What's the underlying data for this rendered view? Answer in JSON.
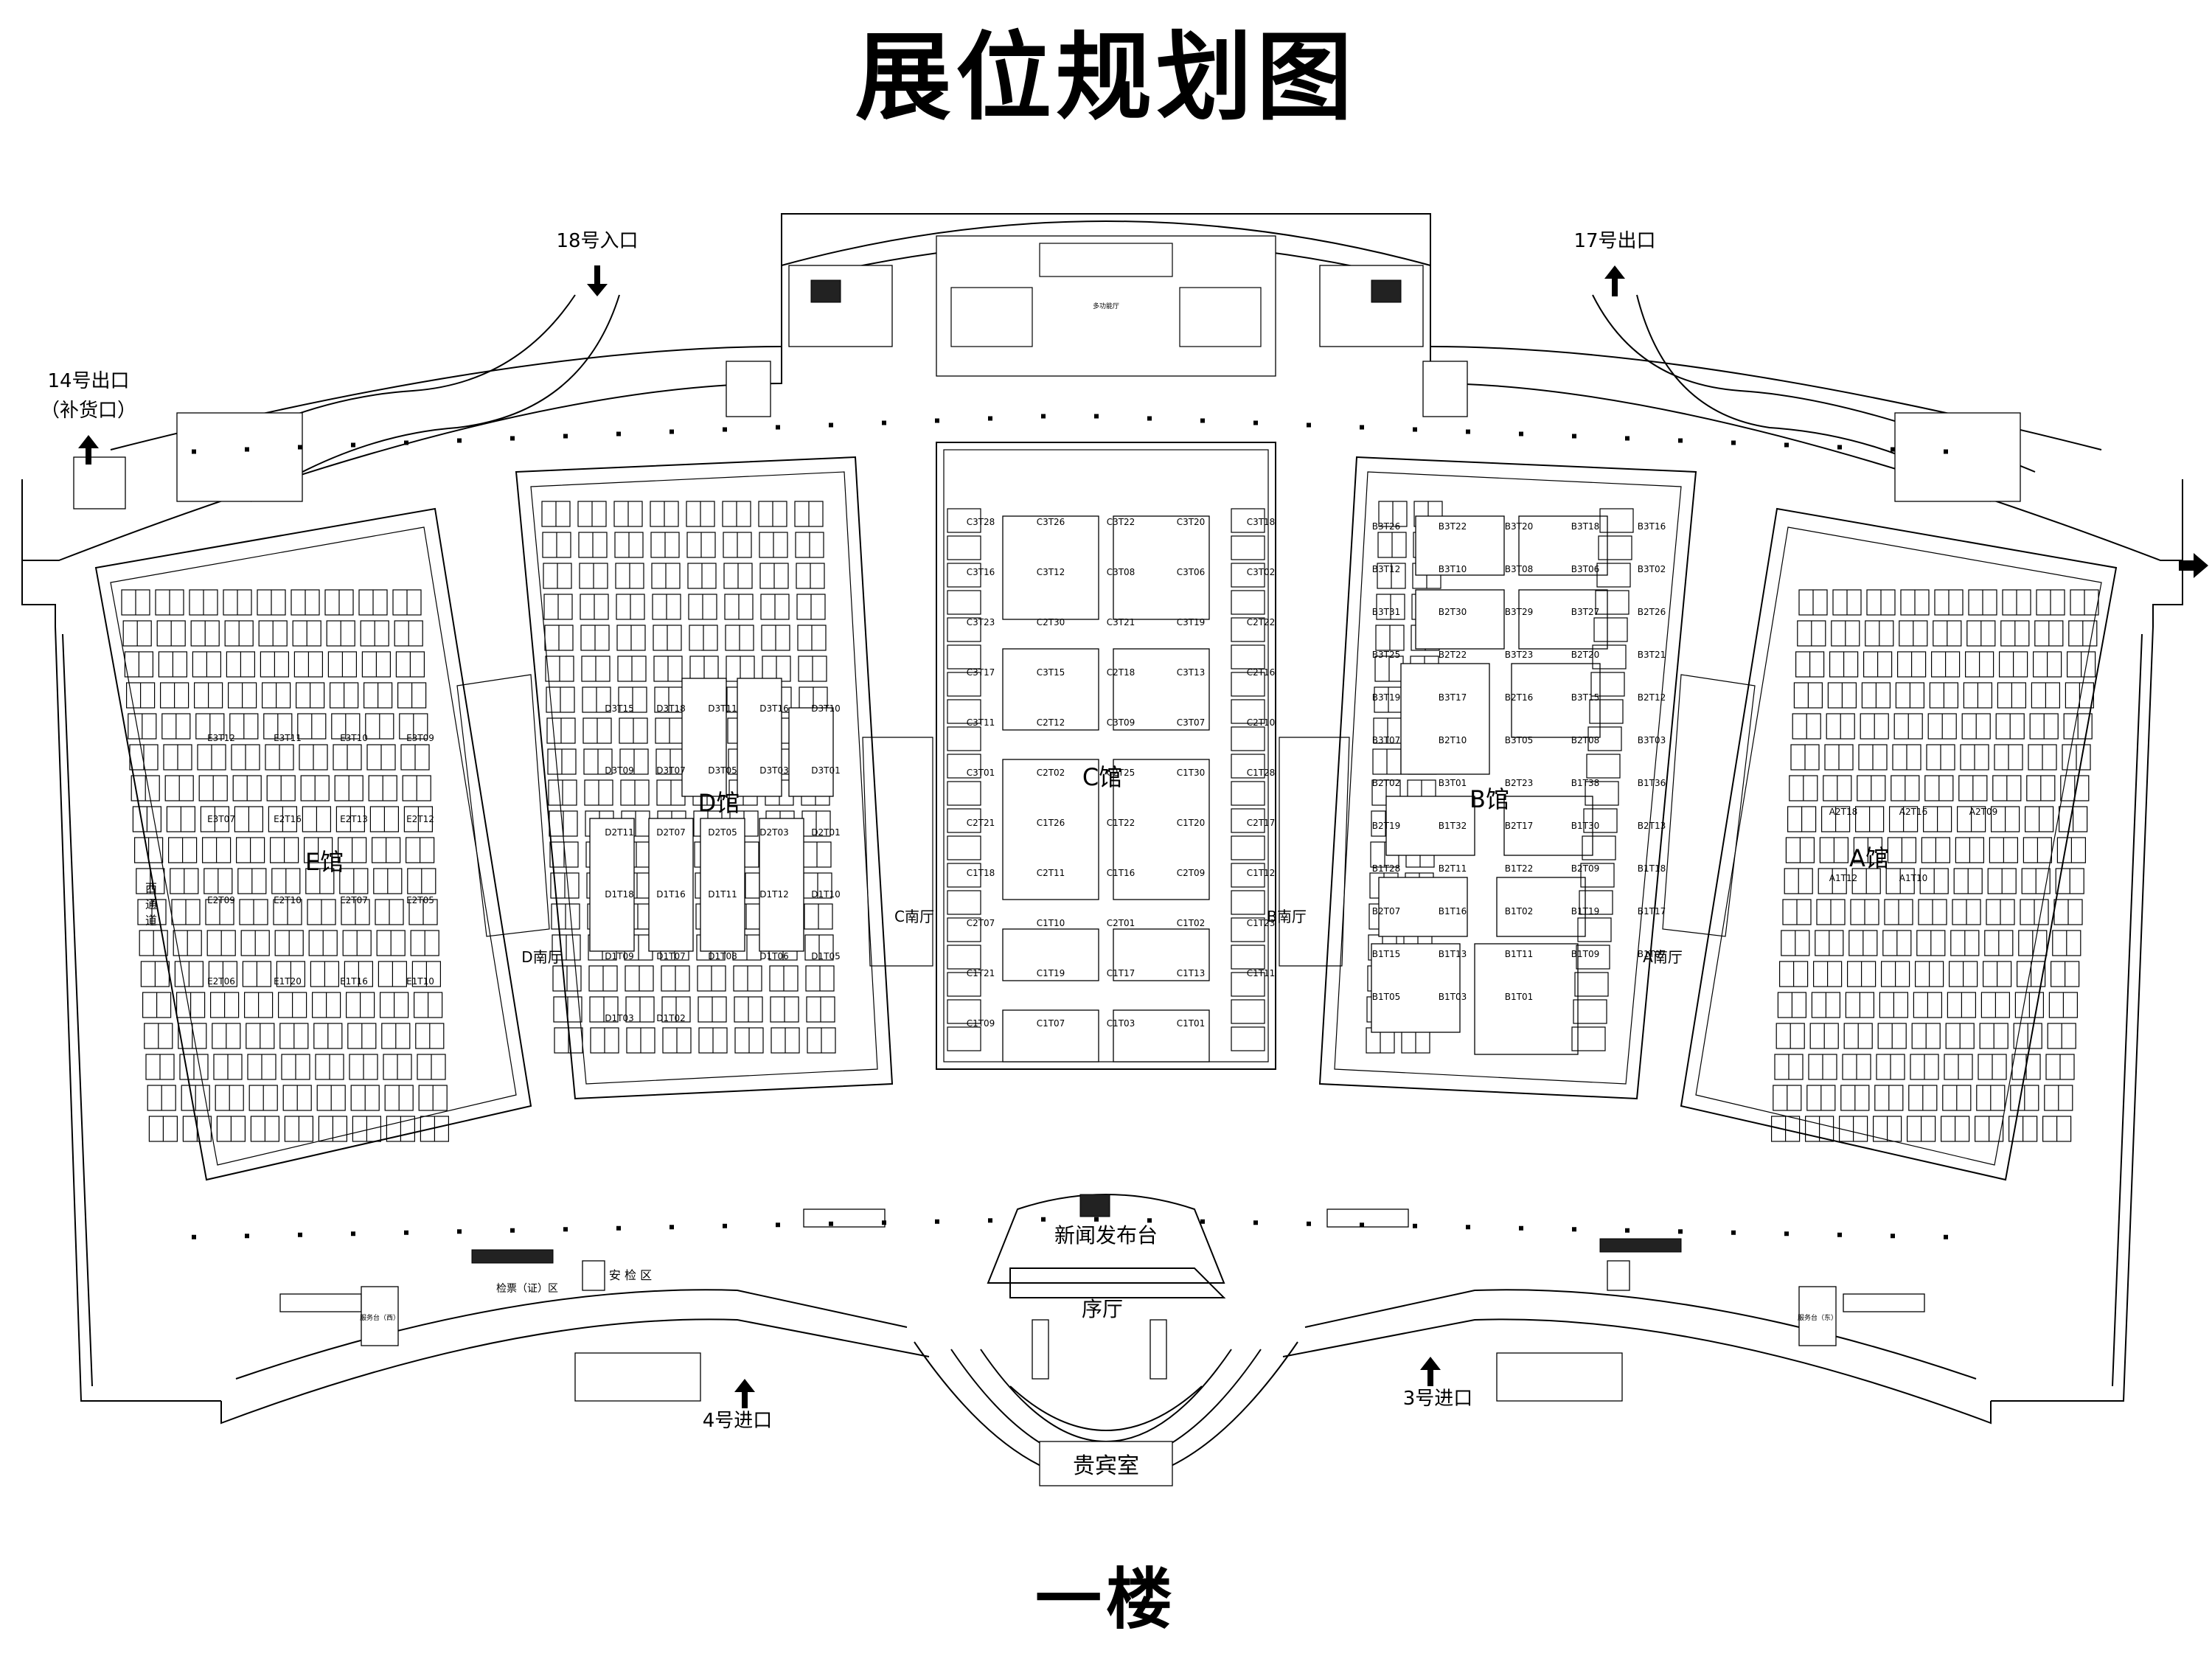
{
  "title": "展位规划图",
  "floor": "一楼",
  "entrances": {
    "e18": "18号入口",
    "e17": "17号出口",
    "e14a": "14号出口",
    "e14b": "（补货口）",
    "e4": "4号进口",
    "e3": "3号进口"
  },
  "halls": {
    "e": "E馆",
    "d": "D馆",
    "c": "C馆",
    "b": "B馆",
    "a": "A馆"
  },
  "south_halls": {
    "d": "D南厅",
    "c": "C南厅",
    "b": "B南厅",
    "a": "A南厅"
  },
  "facilities": {
    "press": "新闻发布台",
    "lobby": "序厅",
    "vip": "贵宾室",
    "west_corridor": "西通道",
    "ticket": "检票（证）区",
    "security": "安 检 区",
    "service_left": "服务台（西）",
    "service_right": "服务台（东）",
    "north_hall": "多功能厅"
  },
  "booths": {
    "c": [
      "C3T28",
      "C3T26",
      "C3T22",
      "C3T20",
      "C3T18",
      "C3T16",
      "C3T12",
      "C3T08",
      "C3T06",
      "C3T02",
      "C3T23",
      "C2T30",
      "C3T21",
      "C3T19",
      "C2T22",
      "C3T17",
      "C3T15",
      "C2T18",
      "C3T13",
      "C2T16",
      "C3T11",
      "C2T12",
      "C3T09",
      "C3T07",
      "C2T10",
      "C3T01",
      "C2T02",
      "C2T25",
      "C1T30",
      "C1T28",
      "C2T21",
      "C1T26",
      "C1T22",
      "C1T20",
      "C2T17",
      "C1T18",
      "C2T11",
      "C1T16",
      "C2T09",
      "C1T12",
      "C2T07",
      "C1T10",
      "C2T01",
      "C1T02",
      "C1T23",
      "C1T21",
      "C1T19",
      "C1T17",
      "C1T13",
      "C1T11",
      "C1T09",
      "C1T07",
      "C1T03",
      "C1T01"
    ],
    "b": [
      "B3T26",
      "B3T22",
      "B3T20",
      "B3T18",
      "B3T16",
      "B3T12",
      "B3T10",
      "B3T08",
      "B3T06",
      "B3T02",
      "B3T31",
      "B2T30",
      "B3T29",
      "B3T27",
      "B2T26",
      "B3T25",
      "B2T22",
      "B3T23",
      "B2T20",
      "B3T21",
      "B3T19",
      "B3T17",
      "B2T16",
      "B3T15",
      "B2T12",
      "B3T07",
      "B2T10",
      "B3T05",
      "B2T08",
      "B3T03",
      "B2T02",
      "B3T01",
      "B2T23",
      "B1T38",
      "B1T36",
      "B2T19",
      "B1T32",
      "B2T17",
      "B1T30",
      "B2T13",
      "B1T28",
      "B2T11",
      "B1T22",
      "B2T09",
      "B1T18",
      "B2T07",
      "B1T16",
      "B1T02",
      "B1T19",
      "B1T17",
      "B1T15",
      "B1T13",
      "B1T11",
      "B1T09",
      "B1T07",
      "B1T05",
      "B1T03",
      "B1T01"
    ],
    "d": [
      "D3T15",
      "D3T18",
      "D3T11",
      "D3T16",
      "D3T10",
      "D3T09",
      "D3T07",
      "D3T05",
      "D3T03",
      "D3T01",
      "D2T11",
      "D2T07",
      "D2T05",
      "D2T03",
      "D2T01",
      "D1T18",
      "D1T16",
      "D1T11",
      "D1T12",
      "D1T10",
      "D1T09",
      "D1T07",
      "D1T08",
      "D1T06",
      "D1T05",
      "D1T03",
      "D1T02"
    ],
    "e": [
      "E3T12",
      "E3T11",
      "E3T10",
      "E3T09",
      "E3T07",
      "E2T16",
      "E2T13",
      "E2T12",
      "E2T09",
      "E2T10",
      "E2T07",
      "E2T05",
      "E2T06",
      "E1T20",
      "E1T16",
      "E1T10"
    ],
    "a": [
      "A2T18",
      "A2T16",
      "A2T09",
      "A1T12",
      "A1T10"
    ]
  }
}
